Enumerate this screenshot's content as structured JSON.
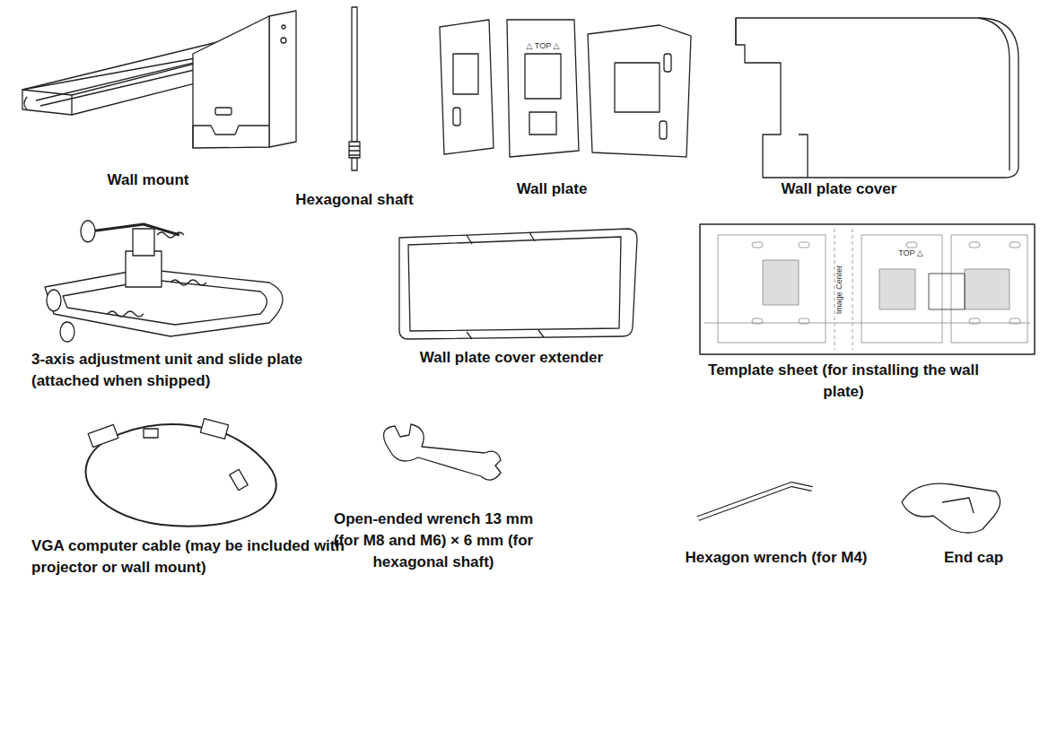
{
  "diagram": {
    "labels": [
      "Wall mount",
      "Hexagonal shaft",
      "Wall plate",
      "Wall plate cover",
      "3-axis adjustment unit and slide plate (attached when shipped)",
      "Wall plate cover extender",
      "Template sheet (for installing the wall plate)",
      "VGA computer cable (may be included with projector or wall mount)",
      "Open-ended wrench 13 mm (for M8 and M6) × 6 mm (for hexagonal shaft)",
      "Hexagon wrench (for M4)",
      "End cap",
      "△ TOP △",
      "TOP △",
      "Image Center"
    ]
  }
}
